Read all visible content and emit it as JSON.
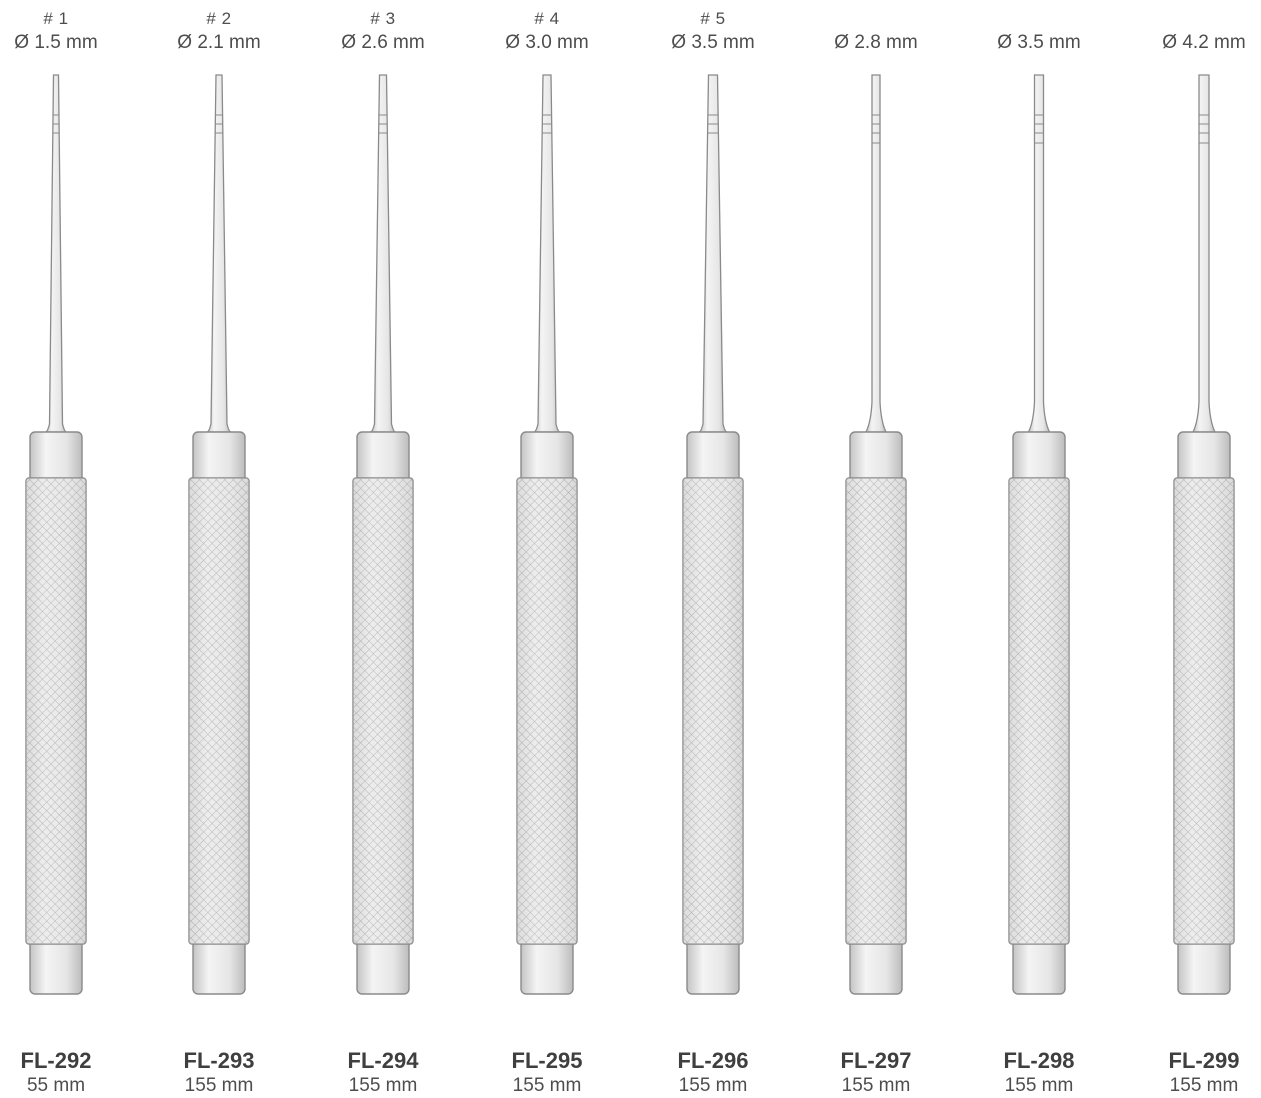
{
  "colors": {
    "outline": "#8a8a8a",
    "metal_light": "#f2f2f2",
    "metal_mid": "#e0e0e0",
    "metal_dark": "#bdbdbd",
    "knurl": "#9a9a9a",
    "text": "#4d4d4d",
    "background": "#ffffff"
  },
  "instruments": [
    {
      "number": "# 1",
      "diameter": "Ø 1.5 mm",
      "code": "FL-292",
      "length": "55 mm",
      "tip": "tapered"
    },
    {
      "number": "# 2",
      "diameter": "Ø 2.1 mm",
      "code": "FL-293",
      "length": "155 mm",
      "tip": "tapered"
    },
    {
      "number": "# 3",
      "diameter": "Ø 2.6 mm",
      "code": "FL-294",
      "length": "155 mm",
      "tip": "tapered"
    },
    {
      "number": "# 4",
      "diameter": "Ø 3.0 mm",
      "code": "FL-295",
      "length": "155 mm",
      "tip": "tapered"
    },
    {
      "number": "# 5",
      "diameter": "Ø 3.5 mm",
      "code": "FL-296",
      "length": "155 mm",
      "tip": "tapered"
    },
    {
      "number": "",
      "diameter": "Ø 2.8 mm",
      "code": "FL-297",
      "length": "155 mm",
      "tip": "straight"
    },
    {
      "number": "",
      "diameter": "Ø 3.5 mm",
      "code": "FL-298",
      "length": "155 mm",
      "tip": "straight"
    },
    {
      "number": "",
      "diameter": "Ø 4.2 mm",
      "code": "FL-299",
      "length": "155 mm",
      "tip": "straight"
    }
  ]
}
